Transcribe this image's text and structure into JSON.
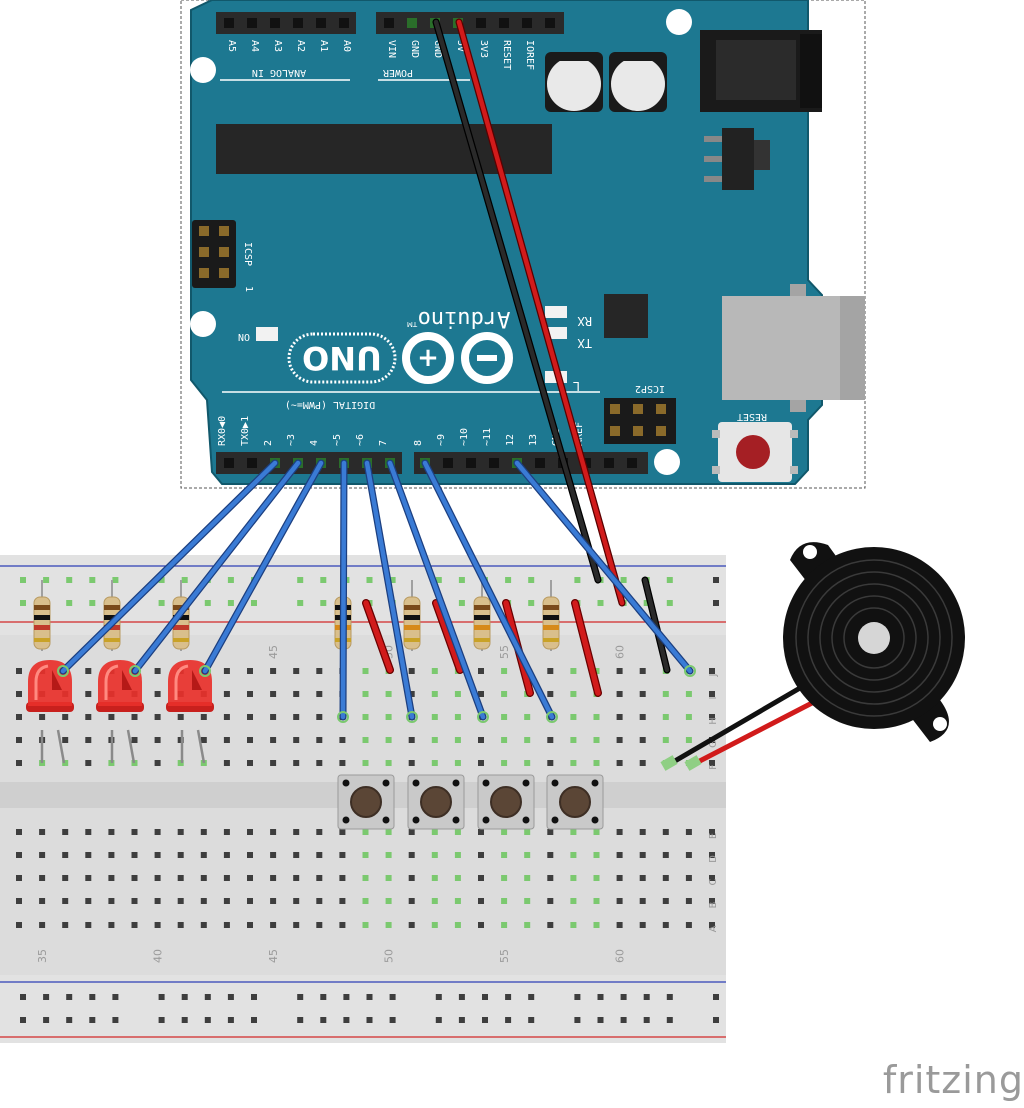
{
  "colors": {
    "board": "#1d7891",
    "board_edge": "#11586b",
    "header": "#2a2a2a",
    "wire_blue": "#3a7bd5",
    "wire_red": "#d11b1b",
    "wire_black": "#1a1a1a",
    "led": "#e8302a",
    "breadboard": "#dcdcdc",
    "rail_blue": "#2e3fb5",
    "rail_red": "#d22a2a",
    "connected": "#7bc96f"
  },
  "arduino": {
    "analog_label": "ANALOG IN",
    "analog_pins": [
      "A5",
      "A4",
      "A3",
      "A2",
      "A1",
      "A0"
    ],
    "power_label": "POWER",
    "power_pins": [
      "VIN",
      "GND",
      "GND",
      "5V",
      "3V3",
      "RESET",
      "IOREF"
    ],
    "icsp_label": "ICSP",
    "icsp_one": "1",
    "on_label": "ON",
    "logo_uno": "UNO",
    "logo_arduino": "Arduino",
    "logo_tm": "TM",
    "rx": "RX",
    "tx": "TX",
    "led_l": "L",
    "icsp2_label": "ICSP2",
    "reset_label": "RESET",
    "digital_label": "DIGITAL (PWM=~)",
    "digital_pins": [
      "RX0◀0",
      "TX0▶1",
      "2",
      "~3",
      "4",
      "~5",
      "~6",
      "7",
      "8",
      "~9",
      "~10",
      "~11",
      "12",
      "13",
      "GND",
      "AREF"
    ]
  },
  "breadboard": {
    "column_numbers": [
      "35",
      "40",
      "45",
      "50",
      "55",
      "60"
    ],
    "rows_top": [
      "J",
      "I",
      "H",
      "G",
      "F"
    ],
    "rows_bottom": [
      "E",
      "D",
      "C",
      "B",
      "A"
    ]
  },
  "components": {
    "led_count": 3,
    "button_count": 4,
    "resistor_count": 7
  },
  "watermark": "fritzing"
}
